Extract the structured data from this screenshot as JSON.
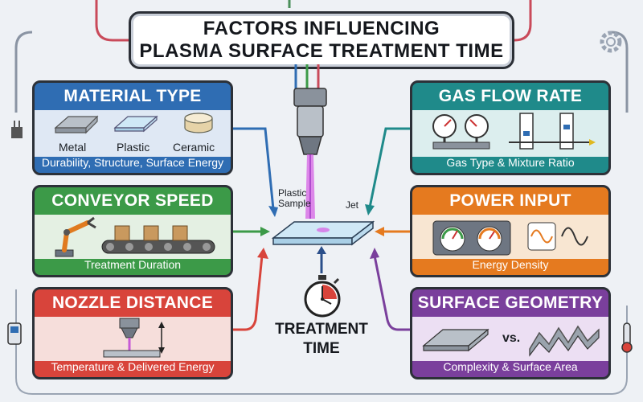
{
  "title": {
    "line1": "FACTORS INFLUENCING",
    "line2": "PLASMA SURFACE TREATMENT TIME"
  },
  "center": {
    "plastic_label": "Plastic",
    "sample_label": "Sample",
    "jet_label": "Jet",
    "treatment_line1": "TREATMENT",
    "treatment_line2": "TIME"
  },
  "panels": {
    "material_type": {
      "title": "MATERIAL TYPE",
      "items": [
        "Metal",
        "Plastic",
        "Ceramic"
      ],
      "footer": "Durability, Structure, Surface Energy",
      "color": "#2f6db3"
    },
    "conveyor_speed": {
      "title": "CONVEYOR SPEED",
      "footer": "Treatment Duration",
      "color": "#3c9a48"
    },
    "nozzle_distance": {
      "title": "NOZZLE DISTANCE",
      "footer": "Temperature & Delivered Energy",
      "color": "#d8443b"
    },
    "gas_flow_rate": {
      "title": "GAS FLOW RATE",
      "footer": "Gas Type & Mixture Ratio",
      "color": "#1f8a8a"
    },
    "power_input": {
      "title": "POWER INPUT",
      "footer": "Energy Density",
      "color": "#e57a1f"
    },
    "surface_geometry": {
      "title": "SURFACE GEOMETRY",
      "vs_label": "vs.",
      "footer": "Complexity & Surface Area",
      "color": "#7a3f9c"
    }
  }
}
